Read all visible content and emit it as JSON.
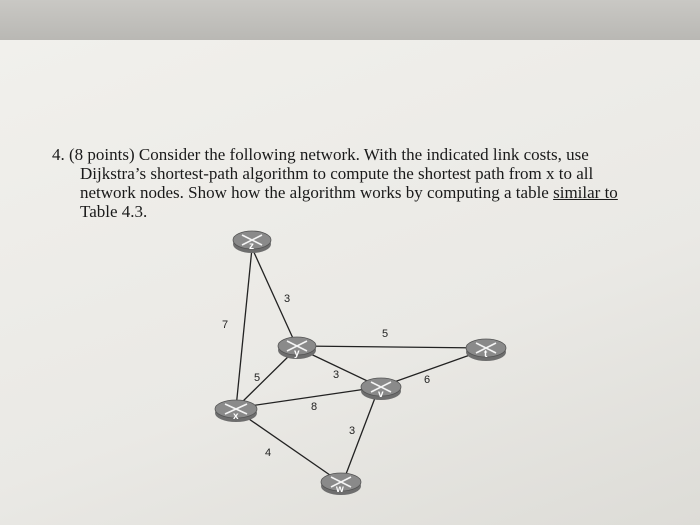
{
  "question": {
    "number": "4.",
    "points": "(8 points)",
    "line1_rest": "Consider the following network. With the indicated link costs, use",
    "line2": "Dijkstra’s shortest-path algorithm to compute the shortest path from x to all",
    "line3_start": "network nodes. Show how the algorithm works by computing a table ",
    "line3_underlined": "similar to",
    "line4": "Table 4.3."
  },
  "nodes": {
    "z": "z",
    "y": "y",
    "t": "t",
    "v": "v",
    "x": "x",
    "w": "w"
  },
  "links": {
    "z_y": "3",
    "z_x": "7",
    "y_t": "5",
    "x_y": "5",
    "y_v": "3",
    "v_t": "6",
    "x_v": "8",
    "v_w": "3",
    "x_w": "4"
  }
}
